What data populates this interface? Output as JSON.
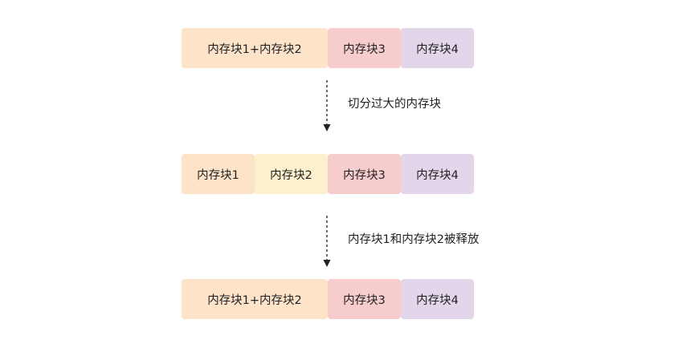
{
  "diagram": {
    "rows": [
      {
        "blocks": [
          {
            "label": "内存块1+内存块2",
            "color": "#fde3c8"
          },
          {
            "label": "内存块3",
            "color": "#f7cccc"
          },
          {
            "label": "内存块4",
            "color": "#e3d6ea"
          }
        ]
      },
      {
        "blocks": [
          {
            "label": "内存块1",
            "color": "#fde3c8"
          },
          {
            "label": "内存块2",
            "color": "#fcf1cc"
          },
          {
            "label": "内存块3",
            "color": "#f7cccc"
          },
          {
            "label": "内存块4",
            "color": "#e3d6ea"
          }
        ]
      },
      {
        "blocks": [
          {
            "label": "内存块1+内存块2",
            "color": "#fde3c8"
          },
          {
            "label": "内存块3",
            "color": "#f7cccc"
          },
          {
            "label": "内存块4",
            "color": "#e3d6ea"
          }
        ]
      }
    ],
    "transitions": [
      {
        "label": "切分过大的内存块"
      },
      {
        "label": "内存块1和内存块2被释放"
      }
    ]
  }
}
